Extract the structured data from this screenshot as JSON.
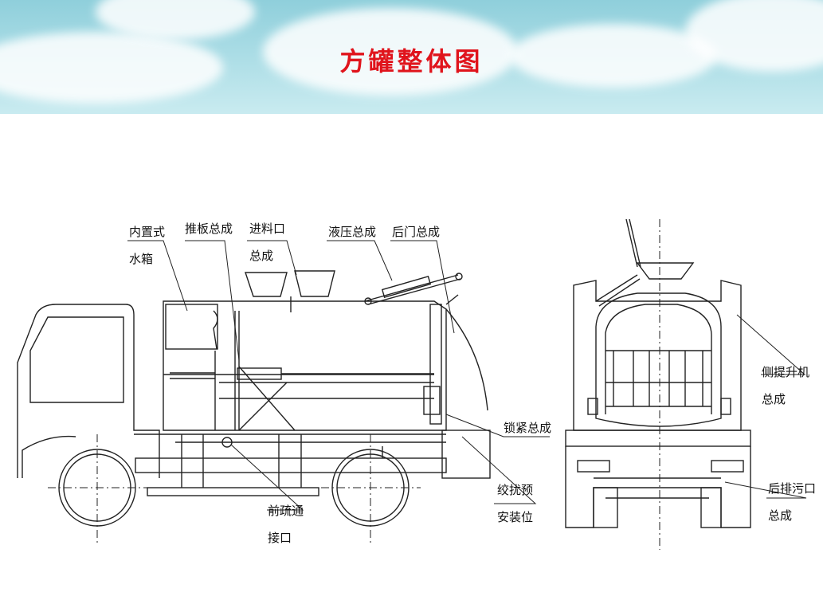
{
  "title": "方罐整体图",
  "labels": {
    "water_tank": [
      "内置式",
      "水箱"
    ],
    "push_plate": "推板总成",
    "feed_inlet": [
      "进料口",
      "总成"
    ],
    "hydraulic": "液压总成",
    "rear_door": "后门总成",
    "side_lift": [
      "侧提升机",
      "总成"
    ],
    "lock": "锁紧总成",
    "winch": [
      "绞扰预",
      "安装位"
    ],
    "front_drain": [
      "前疏通",
      "接口"
    ],
    "rear_drain": [
      "后排污口",
      "总成"
    ]
  },
  "colors": {
    "title": "#e0141c",
    "line": "#222222",
    "banner": "#a9dce5"
  }
}
